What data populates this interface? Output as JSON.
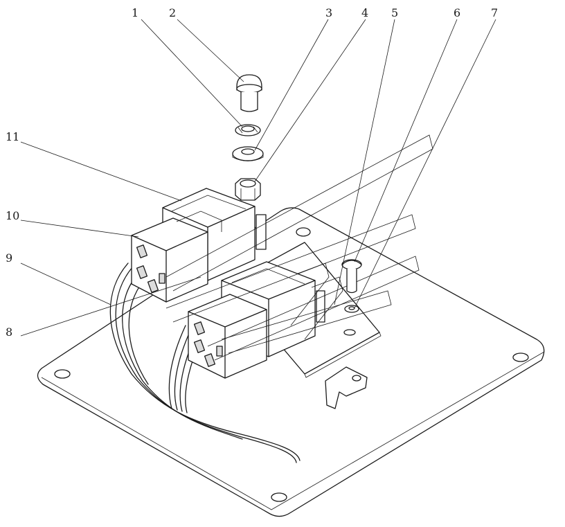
{
  "callouts": [
    {
      "id": "1",
      "text": "1"
    },
    {
      "id": "2",
      "text": "2"
    },
    {
      "id": "3",
      "text": "3"
    },
    {
      "id": "4",
      "text": "4"
    },
    {
      "id": "5",
      "text": "5"
    },
    {
      "id": "6",
      "text": "6"
    },
    {
      "id": "7",
      "text": "7"
    },
    {
      "id": "8",
      "text": "8"
    },
    {
      "id": "9",
      "text": "9"
    },
    {
      "id": "10",
      "text": "10"
    },
    {
      "id": "11",
      "text": "11"
    }
  ],
  "colors": {
    "line": "#1a1a1a",
    "paper": "#ffffff"
  }
}
